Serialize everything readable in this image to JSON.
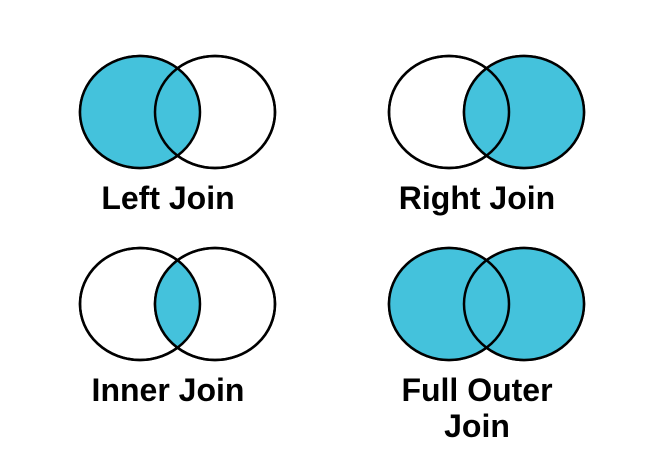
{
  "page": {
    "background": "#ffffff"
  },
  "colors": {
    "fill_highlight": "#44c2dc",
    "fill_empty": "#ffffff",
    "outline": "#000000",
    "label_text": "#000000"
  },
  "diagrams": [
    {
      "label": "Left Join",
      "highlight": "left"
    },
    {
      "label": "Right Join",
      "highlight": "right"
    },
    {
      "label": "Inner Join",
      "highlight": "inner"
    },
    {
      "label": "Full Outer Join",
      "highlight": "full"
    }
  ]
}
